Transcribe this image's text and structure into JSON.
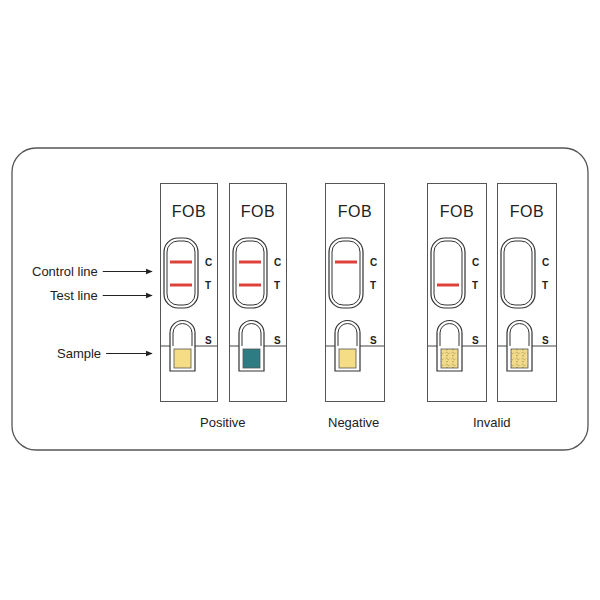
{
  "diagram": {
    "nodes": [
      {
        "text": [
          "FOB",
          "C",
          "T",
          "S"
        ]
      },
      {
        "text": [
          "FOB",
          "C",
          "T",
          "S"
        ]
      },
      {
        "text": [
          "FOB",
          "C",
          "T",
          "S"
        ]
      },
      {
        "text": [
          "FOB",
          "C",
          "T",
          "S"
        ]
      },
      {
        "text": [
          "FOB",
          "C",
          "T",
          "S"
        ]
      }
    ],
    "labels": [
      "Control line",
      "Test line",
      "Sample",
      "Positive",
      "Negative",
      "Invalid"
    ]
  }
}
